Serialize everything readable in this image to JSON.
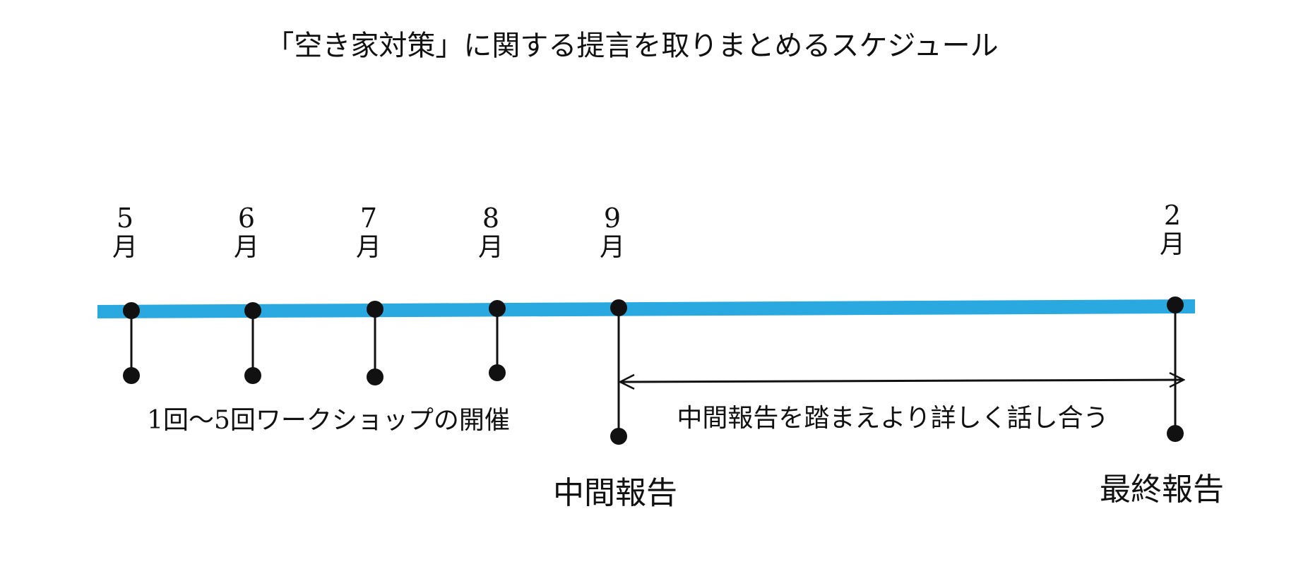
{
  "title": "「空き家対策」に関する提言を取りまとめるスケジュール",
  "timeline": {
    "bar_color": "#29a9e0",
    "ink_color": "#111111",
    "months": [
      {
        "number": "5",
        "unit": "月"
      },
      {
        "number": "6",
        "unit": "月"
      },
      {
        "number": "7",
        "unit": "月"
      },
      {
        "number": "8",
        "unit": "月"
      },
      {
        "number": "9",
        "unit": "月"
      },
      {
        "number": "2",
        "unit": "月"
      }
    ]
  },
  "labels": {
    "workshops": "1回～5回ワークショップの開催",
    "discussion": "中間報告を踏まえより詳しく話し合う",
    "interim_report": "中間報告",
    "final_report": "最終報告"
  }
}
